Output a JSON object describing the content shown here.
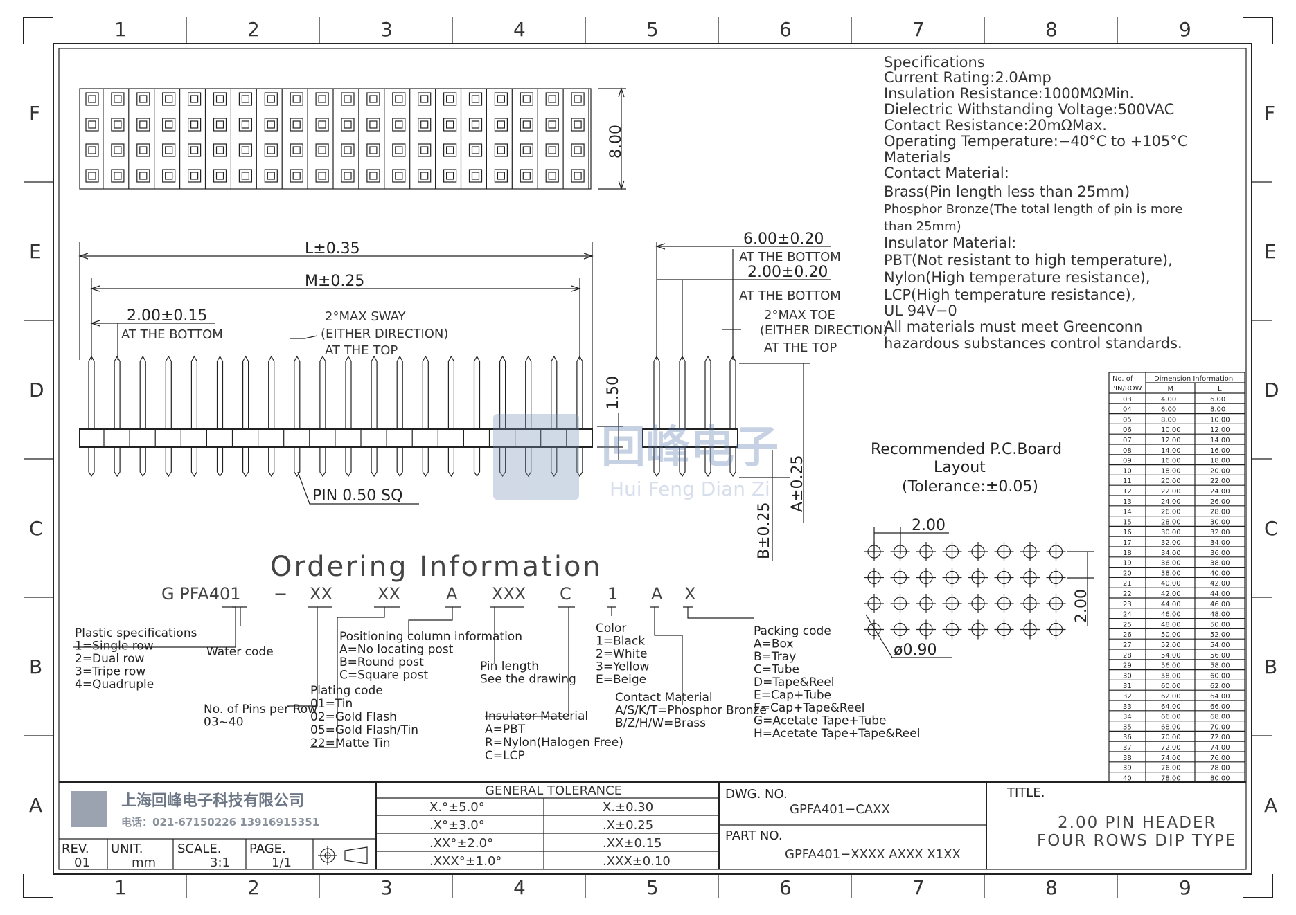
{
  "zones": {
    "columns": [
      "1",
      "2",
      "3",
      "4",
      "5",
      "6",
      "7",
      "8",
      "9"
    ],
    "rows": [
      "F",
      "E",
      "D",
      "C",
      "B",
      "A"
    ]
  },
  "specifications": [
    "Specifications",
    "Current  Rating:2.0Amp",
    "Insulation  Resistance:1000MΩMin.",
    "Dielectric  Withstanding  Voltage:500VAC",
    "Contact  Resistance:20mΩMax.",
    "Operating  Temperature:−40°C  to  +105°C",
    "Materials",
    "Contact  Material:",
    "Brass(Pin  length  less  than  25mm)",
    "Phosphor Bronze(The total length of pin is more",
    "than 25mm)",
    "Insulator  Material:",
    "PBT(Not  resistant  to  high  temperature),",
    "Nylon(High  temperature  resistance),",
    "LCP(High  temperature  resistance),",
    "UL  94V−0",
    "All  materials  must  meet  Greenconn",
    "hazardous  substances  control  standards."
  ],
  "top_view": {
    "height_dim": "8.00"
  },
  "front_view": {
    "length": "L±0.35",
    "m_length": "M±0.25",
    "pitch": "2.00±0.15",
    "pitch_note": "AT THE BOTTOM",
    "sway_1": "2°MAX  SWAY",
    "sway_2": "(EITHER DIRECTION)",
    "sway_3": "AT THE TOP",
    "insulator_height": "1.50",
    "pin_size": "PIN  0.50  SQ"
  },
  "side_view": {
    "width": "6.00±0.20",
    "width_note": "AT THE BOTTOM",
    "row_pitch": "2.00±0.20",
    "row_pitch_note": "AT THE BOTTOM",
    "toe_1": "2°MAX  TOE",
    "toe_2": "(EITHER DIRECTION)",
    "toe_3": "AT THE TOP",
    "dim_a": "A±0.25",
    "dim_b": "B±0.25"
  },
  "watermark": {
    "cn": "回峰电子",
    "en": "Hui Feng Dian Zi"
  },
  "pcb": {
    "title_1": "Recommended  P.C.Board",
    "title_2": "Layout",
    "title_3": "(Tolerance:±0.05)",
    "pitch_x": "2.00",
    "pitch_y": "2.00",
    "hole": "ø0.90",
    "cols": 8,
    "rows": 4
  },
  "ordering": {
    "title": "Ordering  Information",
    "code": [
      "G  PFA401",
      "−",
      "XX",
      "XX",
      "A",
      "XXX",
      "C",
      "1",
      "A",
      "X"
    ],
    "plastic": [
      "Plastic  specifications",
      "1=Single  row",
      "2=Dual  row",
      "3=Tripe  row",
      "4=Quadruple"
    ],
    "water": "Water  code",
    "pins": [
      "No.  of  Pins  per  Row",
      "03~40"
    ],
    "plating": [
      "Plating  code",
      "01=Tin",
      "02=Gold  Flash",
      "05=Gold  Flash/Tin",
      "22=Matte  Tin"
    ],
    "positioning": [
      "Positioning  column  information",
      "A=No  locating  post",
      "B=Round  post",
      "C=Square  post"
    ],
    "pin_length": [
      "Pin  length",
      "See  the  drawing"
    ],
    "insulator": [
      "Insulator  Material",
      "A=PBT",
      "R=Nylon(Halogen  Free)",
      "C=LCP"
    ],
    "color": [
      "Color",
      "1=Black",
      "2=White",
      "3=Yellow",
      "E=Beige"
    ],
    "contact": [
      "Contact  Material",
      "A/S/K/T=Phosphor  Bronze",
      "B/Z/H/W=Brass"
    ],
    "packing": [
      "Packing  code",
      "A=Box",
      "B=Tray",
      "C=Tube",
      "D=Tape&Reel",
      "E=Cap+Tube",
      "F=Cap+Tape&Reel",
      "G=Acetate  Tape+Tube",
      "H=Acetate  Tape+Tape&Reel"
    ]
  },
  "dim_table": {
    "header_1": "No.  of",
    "header_2": "PIN/ROW",
    "header_group": "Dimension  Information",
    "col_m": "M",
    "col_l": "L",
    "rows": [
      [
        "03",
        "4.00",
        "6.00"
      ],
      [
        "04",
        "6.00",
        "8.00"
      ],
      [
        "05",
        "8.00",
        "10.00"
      ],
      [
        "06",
        "10.00",
        "12.00"
      ],
      [
        "07",
        "12.00",
        "14.00"
      ],
      [
        "08",
        "14.00",
        "16.00"
      ],
      [
        "09",
        "16.00",
        "18.00"
      ],
      [
        "10",
        "18.00",
        "20.00"
      ],
      [
        "11",
        "20.00",
        "22.00"
      ],
      [
        "12",
        "22.00",
        "24.00"
      ],
      [
        "13",
        "24.00",
        "26.00"
      ],
      [
        "14",
        "26.00",
        "28.00"
      ],
      [
        "15",
        "28.00",
        "30.00"
      ],
      [
        "16",
        "30.00",
        "32.00"
      ],
      [
        "17",
        "32.00",
        "34.00"
      ],
      [
        "18",
        "34.00",
        "36.00"
      ],
      [
        "19",
        "36.00",
        "38.00"
      ],
      [
        "20",
        "38.00",
        "40.00"
      ],
      [
        "21",
        "40.00",
        "42.00"
      ],
      [
        "22",
        "42.00",
        "44.00"
      ],
      [
        "23",
        "44.00",
        "46.00"
      ],
      [
        "24",
        "46.00",
        "48.00"
      ],
      [
        "25",
        "48.00",
        "50.00"
      ],
      [
        "26",
        "50.00",
        "52.00"
      ],
      [
        "27",
        "52.00",
        "54.00"
      ],
      [
        "28",
        "54.00",
        "56.00"
      ],
      [
        "29",
        "56.00",
        "58.00"
      ],
      [
        "30",
        "58.00",
        "60.00"
      ],
      [
        "31",
        "60.00",
        "62.00"
      ],
      [
        "32",
        "62.00",
        "64.00"
      ],
      [
        "33",
        "64.00",
        "66.00"
      ],
      [
        "34",
        "66.00",
        "68.00"
      ],
      [
        "35",
        "68.00",
        "70.00"
      ],
      [
        "36",
        "70.00",
        "72.00"
      ],
      [
        "37",
        "72.00",
        "74.00"
      ],
      [
        "38",
        "74.00",
        "76.00"
      ],
      [
        "39",
        "76.00",
        "78.00"
      ],
      [
        "40",
        "78.00",
        "80.00"
      ]
    ]
  },
  "title_block": {
    "company_cn": "上海回峰电子科技有限公司",
    "phone": "电话：021-67150226  13916915351",
    "rev_label": "REV.",
    "rev": "01",
    "unit_label": "UNIT.",
    "unit": "mm",
    "scale_label": "SCALE.",
    "scale": "3:1",
    "page_label": "PAGE.",
    "page": "1/1",
    "tolerance_title": "GENERAL TOLERANCE",
    "tolerance": [
      [
        "X.°±5.0°",
        "X.±0.30"
      ],
      [
        ".X°±3.0°",
        ".X±0.25"
      ],
      [
        ".XX°±2.0°",
        ".XX±0.15"
      ],
      [
        ".XXX°±1.0°",
        ".XXX±0.10"
      ]
    ],
    "dwg_label": "DWG. NO.",
    "dwg": "GPFA401−CAXX",
    "part_label": "PART NO.",
    "part": "GPFA401−XXXX  AXXX  X1XX",
    "title_label": "TITLE.",
    "title_1": "2.00  PIN  HEADER",
    "title_2": "FOUR  ROWS  DIP  TYPE"
  }
}
